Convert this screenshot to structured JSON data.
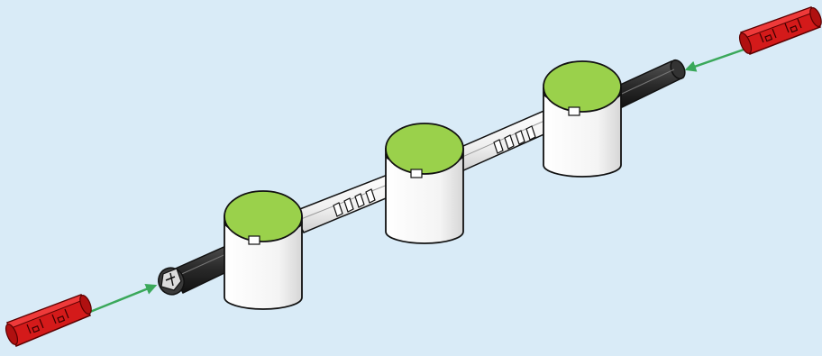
{
  "colors": {
    "background": "#d9ebf7",
    "cap": "#9ad14b",
    "cap_shade": "#82b83a",
    "hub_body": "#ffffff",
    "axle_black": "#2b2b2b",
    "axle_white": "#ffffff",
    "connector_red": "#d41a1a",
    "arrow_green": "#3aa85a",
    "outline": "#111111"
  },
  "parts": {
    "hubs": [
      "hub-left",
      "hub-middle",
      "hub-right"
    ],
    "connectors": [
      "red-connector-left",
      "red-connector-right"
    ],
    "arrows": [
      "insert-arrow-left",
      "insert-arrow-right"
    ],
    "axles": [
      "black-axle-left",
      "white-axle-left-middle",
      "white-axle-middle-right",
      "black-axle-right"
    ]
  },
  "icons": {
    "insert_arrow": "arrow-icon",
    "hub": "cylinder-hub-icon",
    "connector": "red-axle-connector-icon"
  }
}
